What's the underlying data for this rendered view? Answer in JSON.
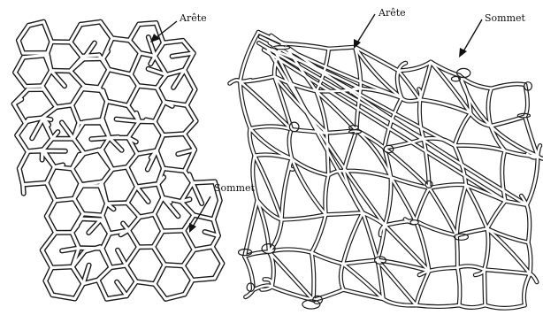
{
  "left_panel": {
    "label_top": "Arête",
    "label_side": "Sommet"
  },
  "right_panel": {
    "label_left": "Arête",
    "label_right": "Sommet"
  },
  "colors": {
    "ink": "#1a1a1a",
    "background": "#ffffff"
  }
}
